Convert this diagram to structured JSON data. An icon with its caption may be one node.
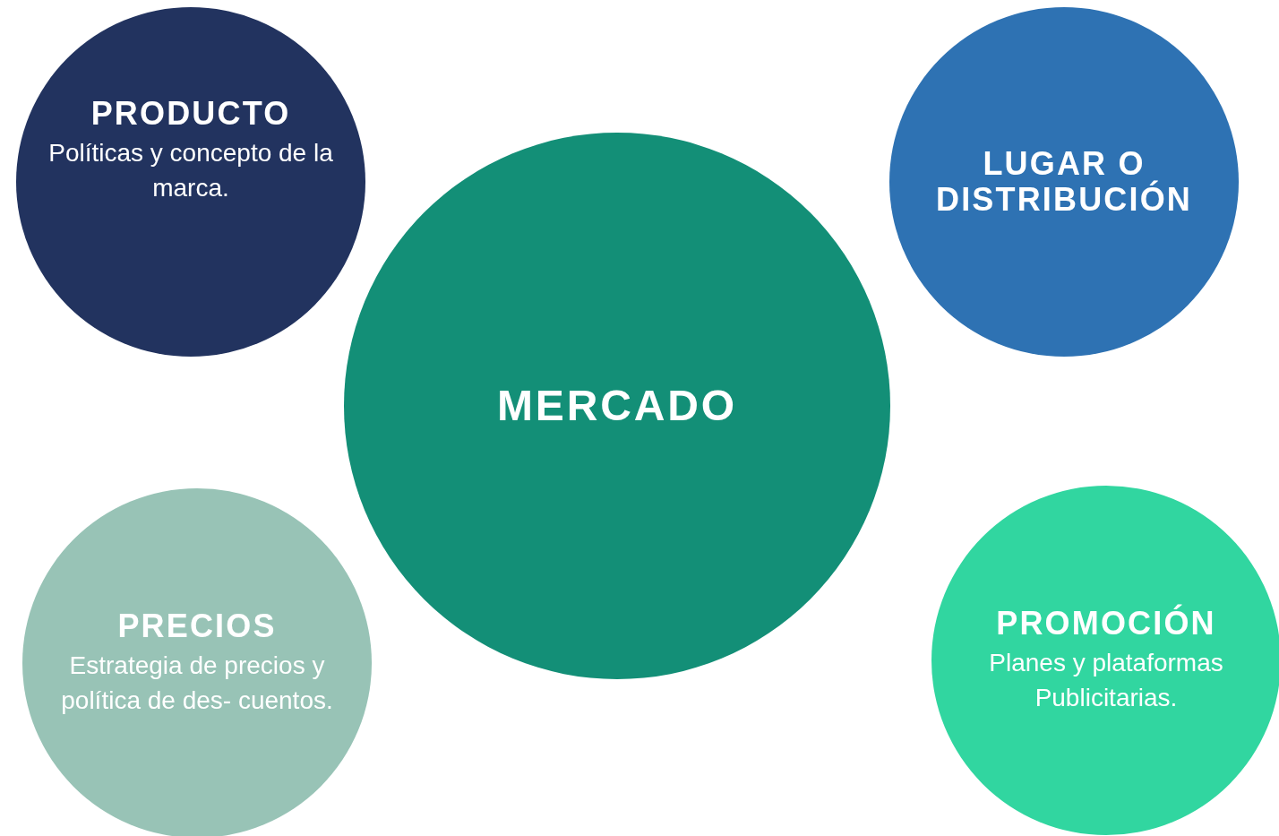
{
  "diagram": {
    "nodes": [
      {
        "text": [
          "PRODUCTO",
          "Políticas y concepto de la marca."
        ]
      },
      {
        "text": [
          "LUGAR O DISTRIBUCIÓN"
        ]
      },
      {
        "text": [
          "MERCADO"
        ]
      },
      {
        "text": [
          "PRECIOS",
          "Estrategia de precios y política de des- cuentos."
        ]
      },
      {
        "text": [
          "PROMOCIÓN",
          "Planes y plataformas Publicitarias."
        ]
      }
    ]
  }
}
